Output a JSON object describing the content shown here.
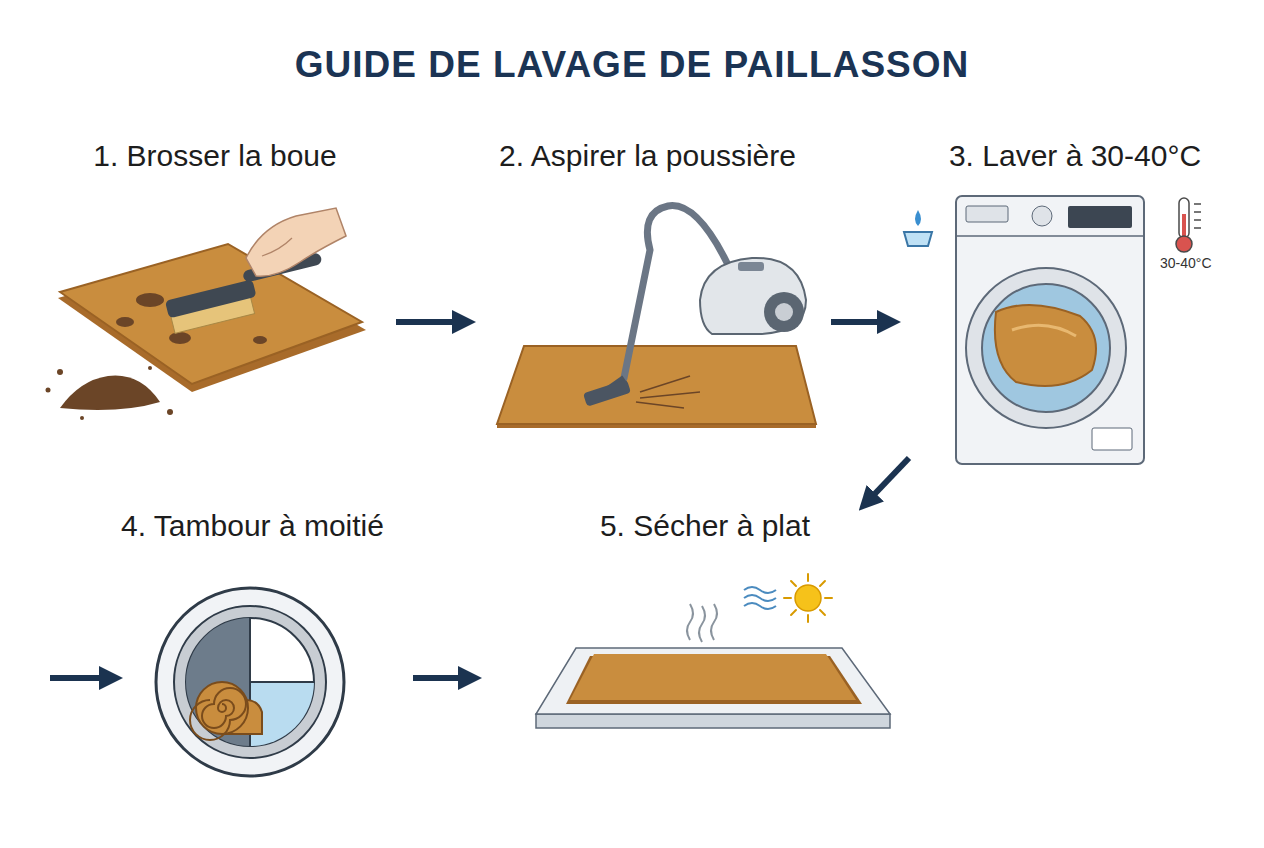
{
  "diagram": {
    "title": "GUIDE DE LAVAGE DE PAILLASSON",
    "nodes": [
      {
        "text": [
          "1. Brosser la boue"
        ]
      },
      {
        "text": [
          "2. Aspirer la poussière"
        ]
      },
      {
        "text": [
          "3. Laver à 30-40°C"
        ]
      },
      {
        "text": [
          "4. Tambour à moitié"
        ]
      },
      {
        "text": [
          "5. Sécher à plat"
        ]
      }
    ],
    "edges": [
      {
        "from": 0,
        "to": 1,
        "arrow": "to"
      },
      {
        "from": 1,
        "to": 2,
        "arrow": "to"
      },
      {
        "from": 2,
        "to": 3,
        "arrow": "to"
      },
      {
        "from": 3,
        "to": 4,
        "arrow": "to"
      }
    ],
    "labels": [
      "30-40°C"
    ]
  }
}
